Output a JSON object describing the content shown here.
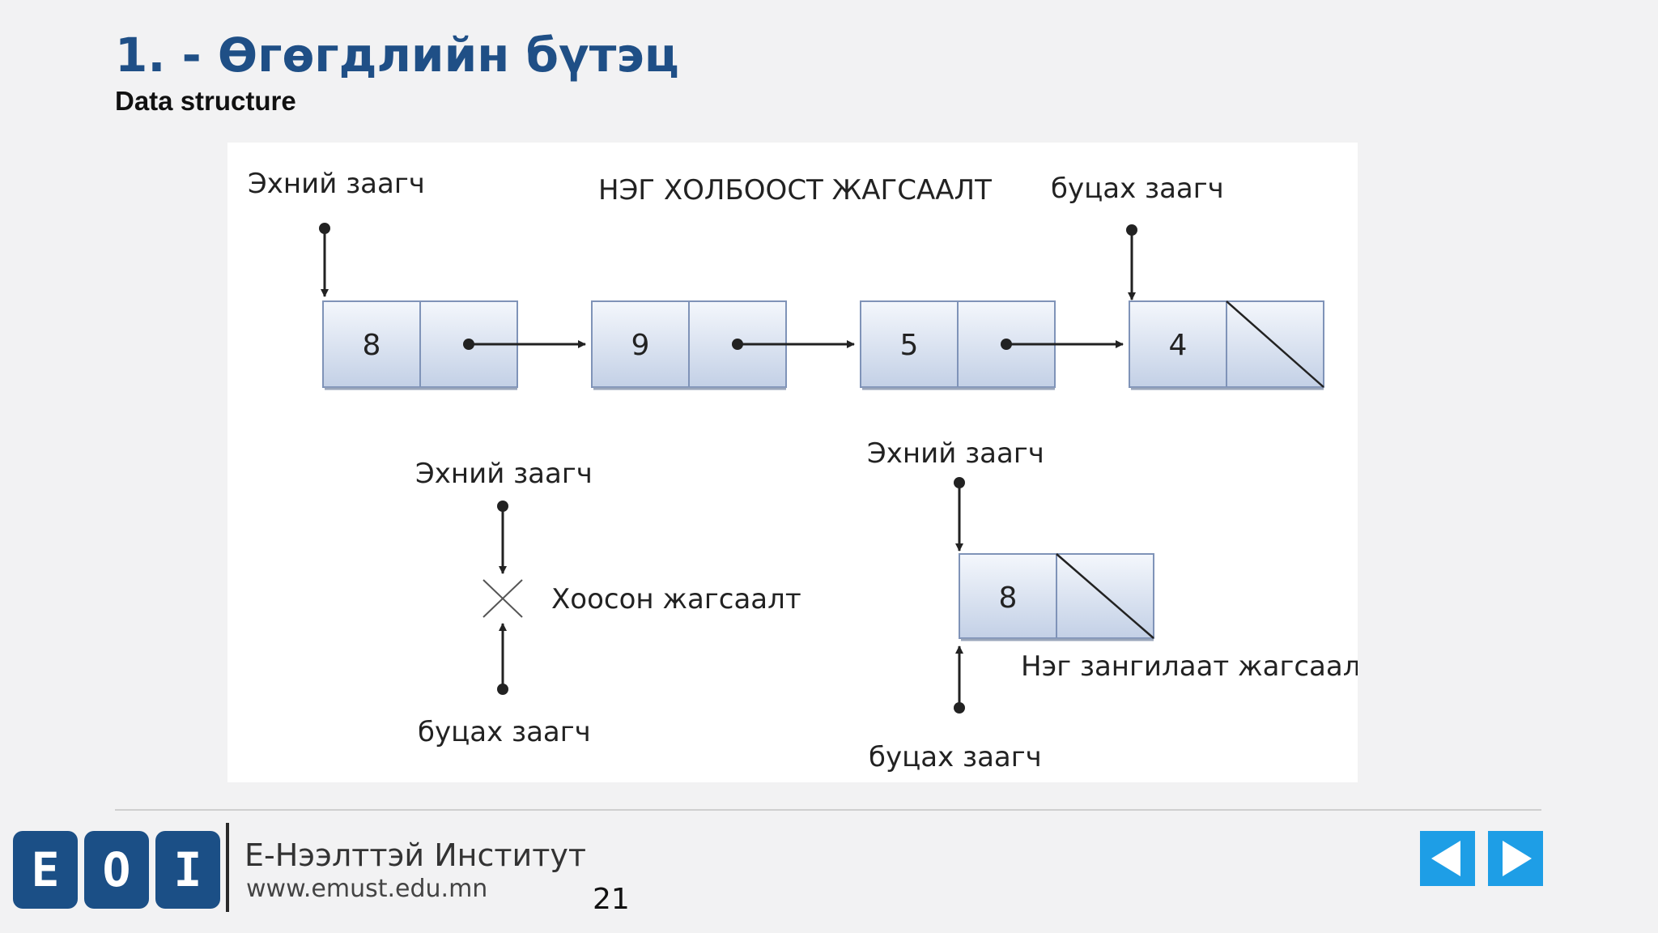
{
  "slide": {
    "title": "1. - Өгөгдлийн бүтэц",
    "subtitle": "Data structure",
    "page_number": "21"
  },
  "diagram": {
    "top": {
      "head_label": "Эхний заагч",
      "title": "НЭГ ХОЛБООСТ ЖАГСААЛТ",
      "tail_label": "буцах заагч",
      "nodes": [
        "8",
        "9",
        "5",
        "4"
      ]
    },
    "empty_list": {
      "head_label": "Эхний заагч",
      "caption": "Хоосон жагсаалт",
      "tail_label": "буцах заагч"
    },
    "single_list": {
      "head_label": "Эхний заагч",
      "node": "8",
      "caption": "Нэг зангилаат жагсаалт",
      "tail_label": "буцах заагч"
    }
  },
  "footer": {
    "logo_letters": [
      "E",
      "O",
      "I"
    ],
    "institute_name": "Е-Нээлттэй Институт",
    "url": "www.emust.edu.mn"
  },
  "nav": {
    "prev_icon": "triangle-left-icon",
    "next_icon": "triangle-right-icon"
  },
  "colors": {
    "title": "#1f4f86",
    "node_fill_top": "#f4f7fc",
    "node_fill_bottom": "#c3d0e6",
    "logo_blue": "#1b4f86",
    "nav_blue": "#1e9ee6"
  }
}
